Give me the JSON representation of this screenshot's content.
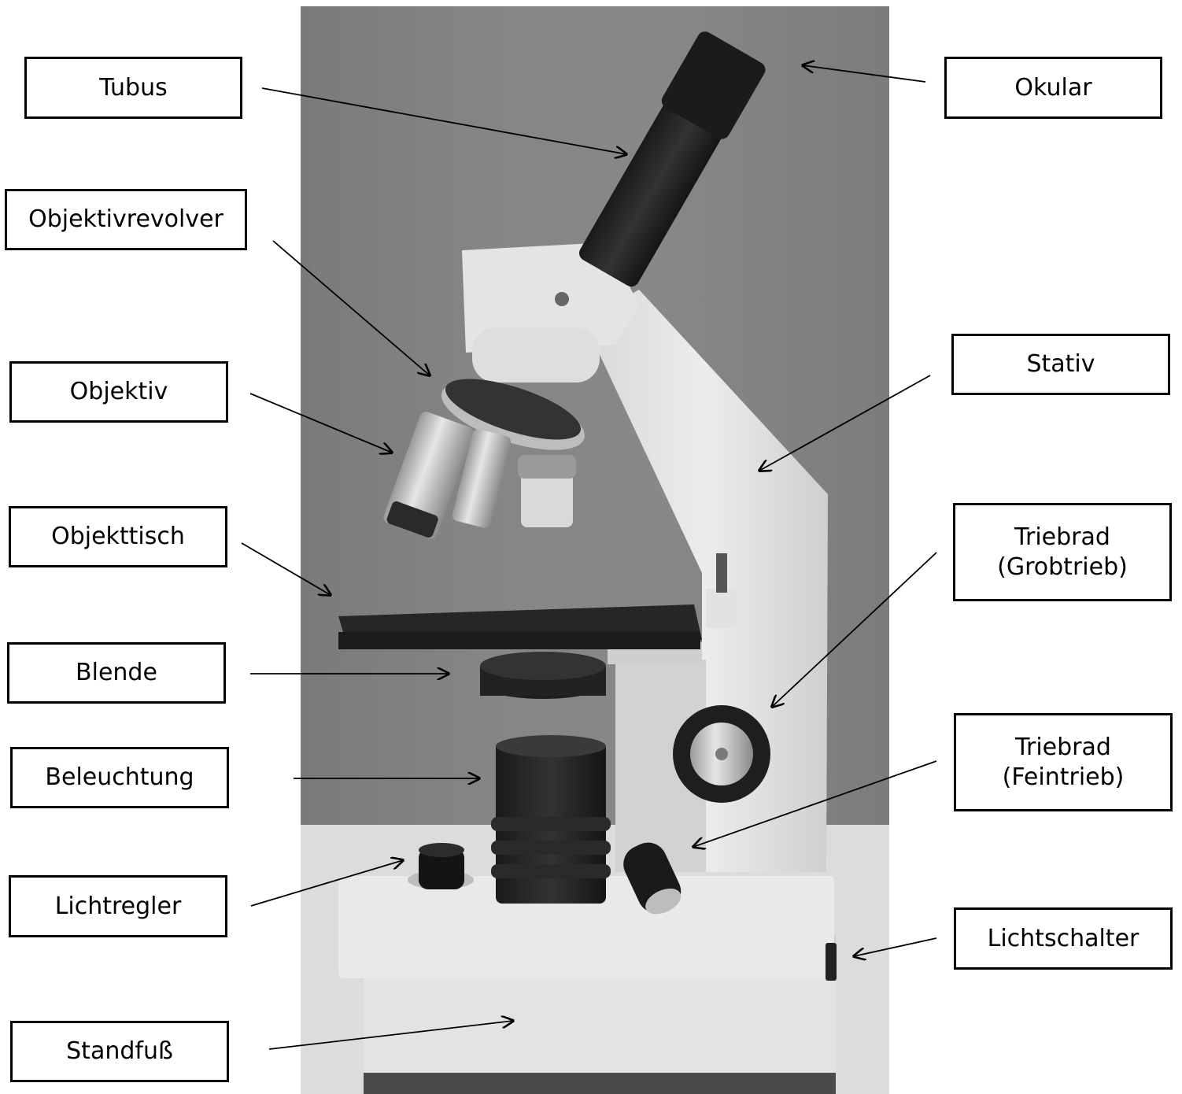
{
  "figure": {
    "type": "labeled-photo",
    "subject": "microscope-photo",
    "colors": {
      "label_border": "#000000",
      "label_background": "#ffffff",
      "arrow": "#000000"
    }
  },
  "labels": {
    "tubus": "Tubus",
    "okular": "Okular",
    "objektivrevolver": "Objektivrevolver",
    "stativ": "Stativ",
    "objektiv": "Objektiv",
    "objekttisch": "Objekttisch",
    "triebrad_grob": "Triebrad\n(Grobtrieb)",
    "blende": "Blende",
    "beleuchtung": "Beleuchtung",
    "triebrad_fein": "Triebrad\n(Feintrieb)",
    "lichtregler": "Lichtregler",
    "lichtschalter": "Lichtschalter",
    "standfuss": "Standfuß"
  }
}
